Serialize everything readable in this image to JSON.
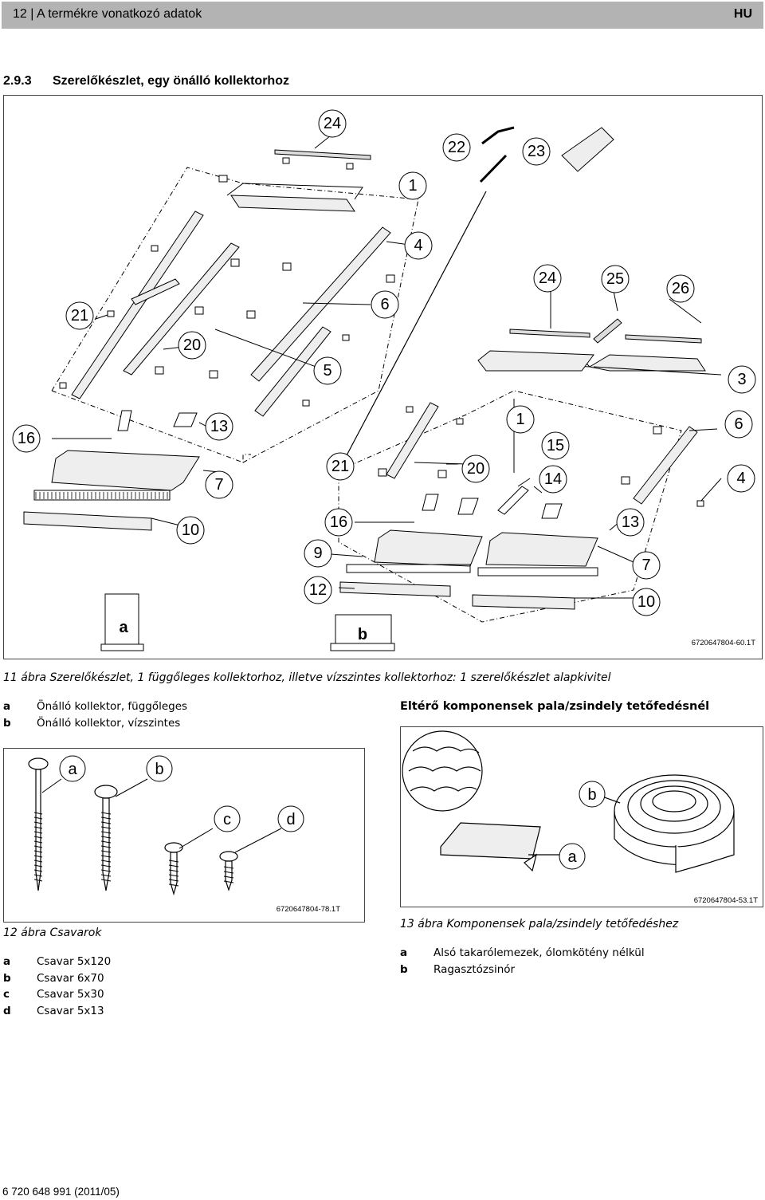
{
  "header": {
    "page": "12 | A termékre vonatkozó adatok",
    "lang": "HU"
  },
  "section": {
    "number": "2.9.3",
    "title": "Szerelőkészlet, egy önálló kollektorhoz"
  },
  "fig11": {
    "code": "6720647804-60.1T",
    "callouts": [
      "24",
      "22",
      "23",
      "1",
      "4",
      "24",
      "25",
      "26",
      "21",
      "6",
      "20",
      "5",
      "3",
      "16",
      "13",
      "1",
      "6",
      "15",
      "21",
      "20",
      "14",
      "4",
      "7",
      "10",
      "16",
      "13",
      "9",
      "7",
      "12",
      "10"
    ],
    "panel_a": "a",
    "panel_b": "b",
    "caption": "11 ábra Szerelőkészlet, 1 függőleges kollektorhoz, illetve vízszintes kollektorhoz: 1 szerelőkészlet alapkivitel",
    "legend": [
      {
        "key": "a",
        "text": "Önálló kollektor, függőleges"
      },
      {
        "key": "b",
        "text": "Önálló kollektor, vízszintes"
      }
    ]
  },
  "fig12": {
    "code": "6720647804-78.1T",
    "labels": [
      "a",
      "b",
      "c",
      "d"
    ],
    "caption": "12 ábra Csavarok",
    "legend": [
      {
        "key": "a",
        "text": "Csavar 5x120"
      },
      {
        "key": "b",
        "text": "Csavar 6x70"
      },
      {
        "key": "c",
        "text": "Csavar 5x30"
      },
      {
        "key": "d",
        "text": "Csavar 5x13"
      }
    ]
  },
  "fig13": {
    "heading": "Eltérő komponensek pala/zsindely tetőfedésnél",
    "code": "6720647804-53.1T",
    "labels": [
      "b",
      "a"
    ],
    "caption": "13 ábra Komponensek pala/zsindely tetőfedéshez",
    "legend": [
      {
        "key": "a",
        "text": "Alsó takarólemezek, ólomkötény nélkül"
      },
      {
        "key": "b",
        "text": "Ragasztózsinór"
      }
    ]
  },
  "footer": "6 720 648 991 (2011/05)"
}
